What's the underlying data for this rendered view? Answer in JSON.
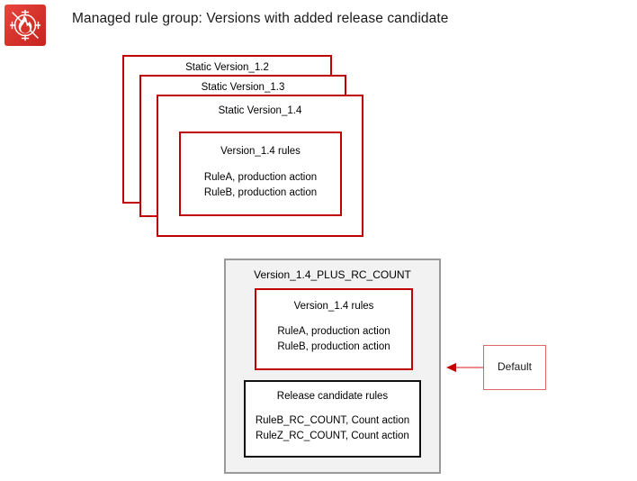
{
  "header": {
    "title": "Managed rule group: Versions with added release candidate",
    "icon": "aws-waf-firewall-icon",
    "icon_background": "#d6332b"
  },
  "colors": {
    "version_border": "#c00000",
    "rc_border": "#111111",
    "container_border": "#9a9a9a",
    "container_fill": "#f2f2f2",
    "callout_border": "#e06666",
    "arrow": "#c00000"
  },
  "static_versions": [
    {
      "label": "Static Version_1.2"
    },
    {
      "label": "Static Version_1.3"
    },
    {
      "label": "Static Version_1.4"
    }
  ],
  "version_rules_box": {
    "title": "Version_1.4 rules",
    "rules": [
      "RuleA, production action",
      "RuleB, production action"
    ]
  },
  "rc_container": {
    "title": "Version_1.4_PLUS_RC_COUNT",
    "version_rules_box": {
      "title": "Version_1.4 rules",
      "rules": [
        "RuleA, production action",
        "RuleB, production action"
      ]
    },
    "release_candidate_box": {
      "title": "Release candidate rules",
      "rules": [
        "RuleB_RC_COUNT, Count action",
        "RuleZ_RC_COUNT, Count action"
      ]
    }
  },
  "callout": {
    "label": "Default",
    "arrow_direction": "left"
  }
}
